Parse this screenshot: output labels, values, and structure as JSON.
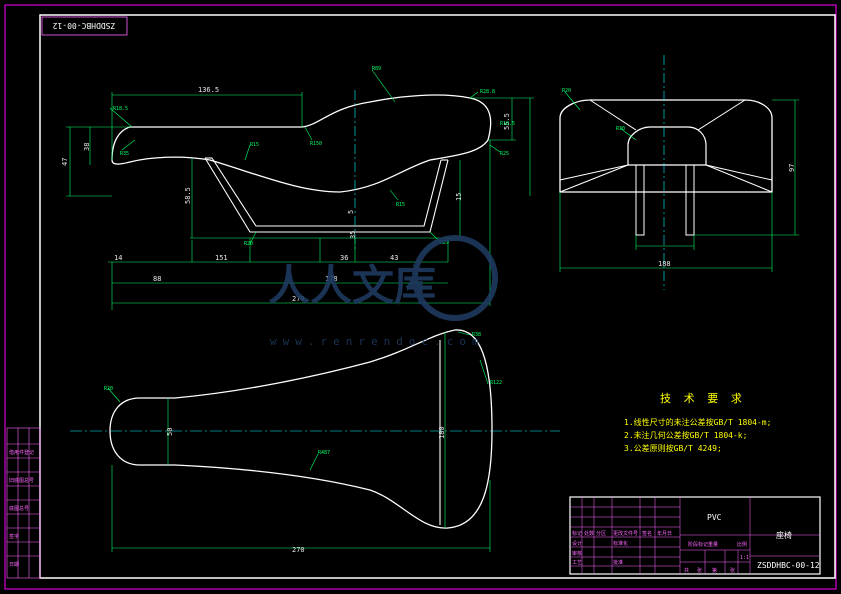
{
  "drawing": {
    "code_top_left": "ZSDDHBC-00-12",
    "code_title_block": "ZSDDHBC-00-12",
    "material": "PVC",
    "part_name": "座椅",
    "scale": "1:1"
  },
  "technical_requirements": {
    "title": "技 术 要 求",
    "items": [
      "1.线性尺寸的未注公差按GB/T 1804-m;",
      "2.未注几何公差按GB/T 1804-k;",
      "3.公差原则按GB/T 4249;"
    ]
  },
  "front_view_dims": {
    "d_136_5": "136.5",
    "d_47": "47",
    "d_38": "38",
    "d_55_5": "55.5",
    "d_58_5": "58.5",
    "d_14": "14",
    "d_151": "151",
    "d_36": "36",
    "d_43": "43",
    "d_88": "88",
    "d_178": "178",
    "d_270": "270",
    "d_5": "5",
    "d_35": "35",
    "d_15": "15",
    "r_a": "R89",
    "r_b": "R18.5",
    "r_c": "R35",
    "r_d": "R15",
    "r_e": "R150",
    "r_f": "R15",
    "r_g": "R28.8",
    "r_h": "R18.5",
    "r_i": "R25",
    "r_j": "R20",
    "r_k": "R29"
  },
  "side_view_dims": {
    "d_97": "97",
    "d_188": "188",
    "r_a": "R20",
    "r_b": "R30"
  },
  "top_view_dims": {
    "d_270": "270",
    "d_50": "50",
    "d_180": "180",
    "r_a": "R20",
    "r_b": "R122",
    "r_c": "R487",
    "r_d": "R38"
  },
  "title_block_labels": [
    "标记",
    "处数",
    "分区",
    "更改文件号",
    "签名",
    "年月日",
    "设计",
    "标准化",
    "审核",
    "工艺",
    "批准",
    "阶段标记",
    "重量",
    "比例",
    "共",
    "张",
    "第",
    "张"
  ],
  "left_strip_labels": [
    "借用件登记",
    "旧底图总号",
    "底图总号",
    "签字",
    "日期"
  ],
  "watermark": {
    "text": "人人文库",
    "url": "www.renrendoc.com"
  }
}
